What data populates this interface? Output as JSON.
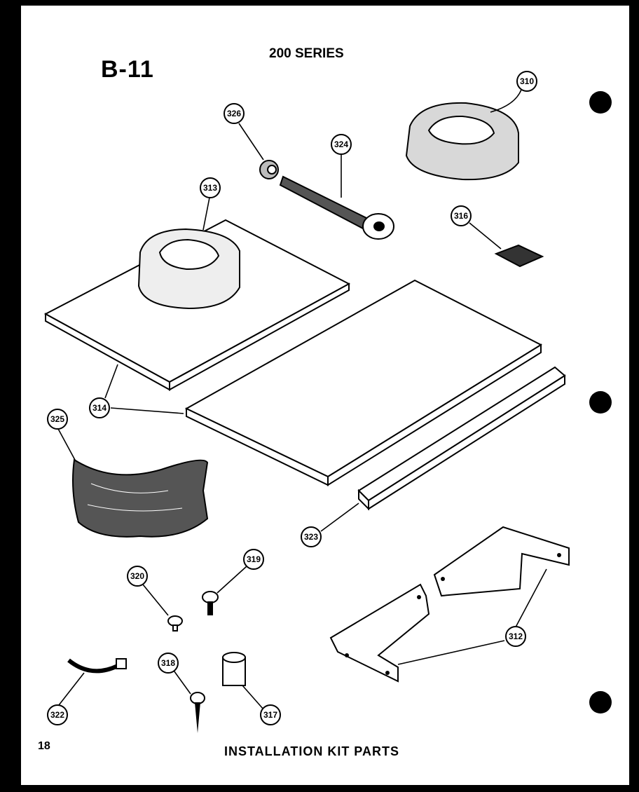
{
  "header": {
    "sheet_id": "B-11",
    "series": "200 SERIES"
  },
  "footer": {
    "page_number": "18",
    "caption": "INSTALLATION KIT PARTS"
  },
  "callouts": [
    "310",
    "313",
    "314",
    "316",
    "317",
    "318",
    "319",
    "320",
    "322",
    "323",
    "324",
    "325",
    "326",
    "312"
  ]
}
